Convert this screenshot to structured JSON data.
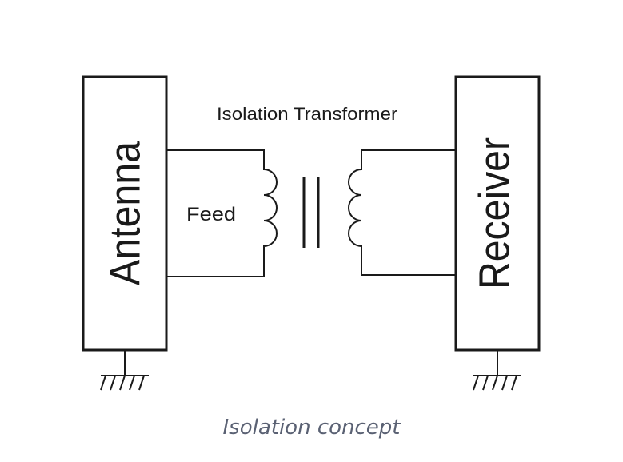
{
  "diagram": {
    "left_block_label": "Antenna",
    "right_block_label": "Receiver",
    "transformer_label": "Isolation Transformer",
    "feed_label": "Feed"
  },
  "caption": "Isolation concept",
  "colors": {
    "line": "#1a1a1a",
    "caption": "#5a6173"
  }
}
